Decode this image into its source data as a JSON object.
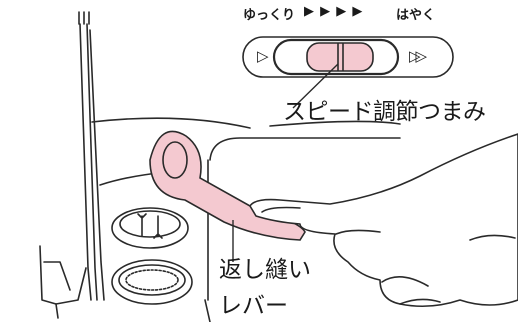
{
  "speed_control": {
    "slow_label": "ゆっくり",
    "arrow_glyphs": "▶ ▶ ▶ ▶",
    "fast_label": "はやく",
    "knob_label": "スピード調節つまみ",
    "left_glyph": "▷",
    "right_glyph": "▷▷"
  },
  "reverse_lever": {
    "label_line1": "返し縫い",
    "label_line2": "レバー"
  },
  "colors": {
    "highlight_pink": "#f4c9d0",
    "line": "#2a2a2a",
    "background": "#ffffff"
  }
}
